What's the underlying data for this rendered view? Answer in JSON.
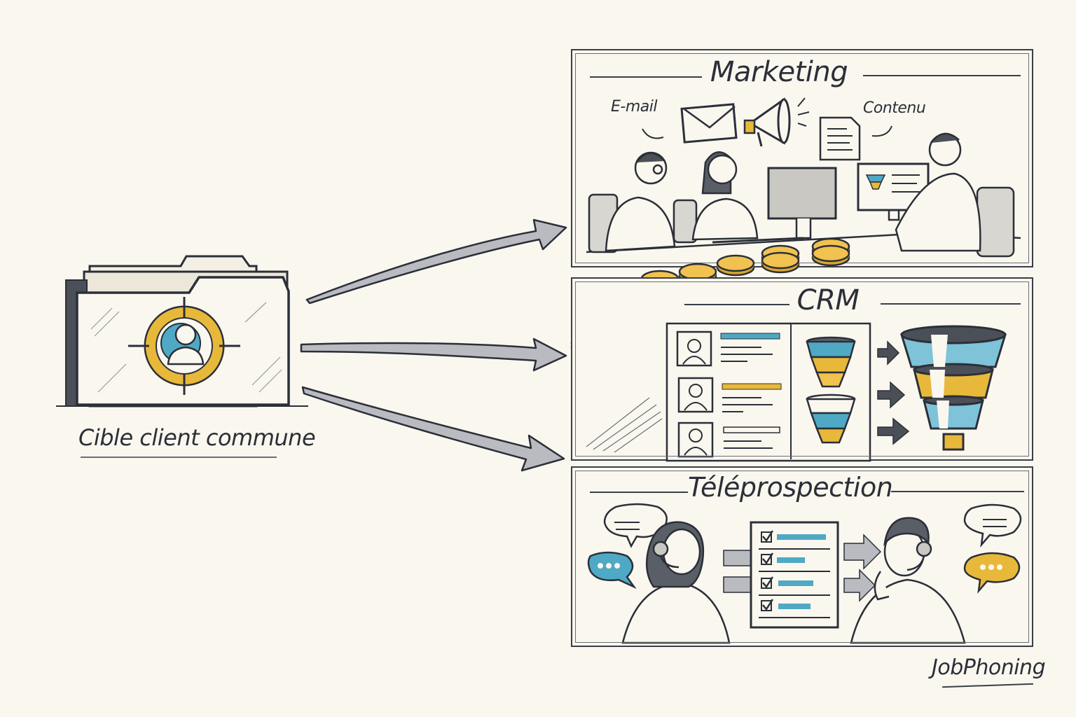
{
  "source": {
    "label": "Cible client commune",
    "icon": "target-user-folder-icon"
  },
  "panels": [
    {
      "id": "marketing",
      "title": "Marketing",
      "labels": [
        "E-mail",
        "Contenu"
      ],
      "icons": [
        "envelope-icon",
        "megaphone-icon",
        "document-icon"
      ]
    },
    {
      "id": "crm",
      "title": "CRM",
      "icons": [
        "contact-card-icon",
        "funnel-icon",
        "big-funnel-icon"
      ]
    },
    {
      "id": "teleprospection",
      "title": "Téléprospection",
      "icons": [
        "headset-agent-icon",
        "checklist-icon",
        "speech-bubble-icon"
      ]
    }
  ],
  "brand": {
    "name": "JobPhoning"
  },
  "colors": {
    "background": "#faf7ef",
    "ink": "#2b2f38",
    "yellow": "#e8b83a",
    "blue": "#4fa9c4"
  }
}
